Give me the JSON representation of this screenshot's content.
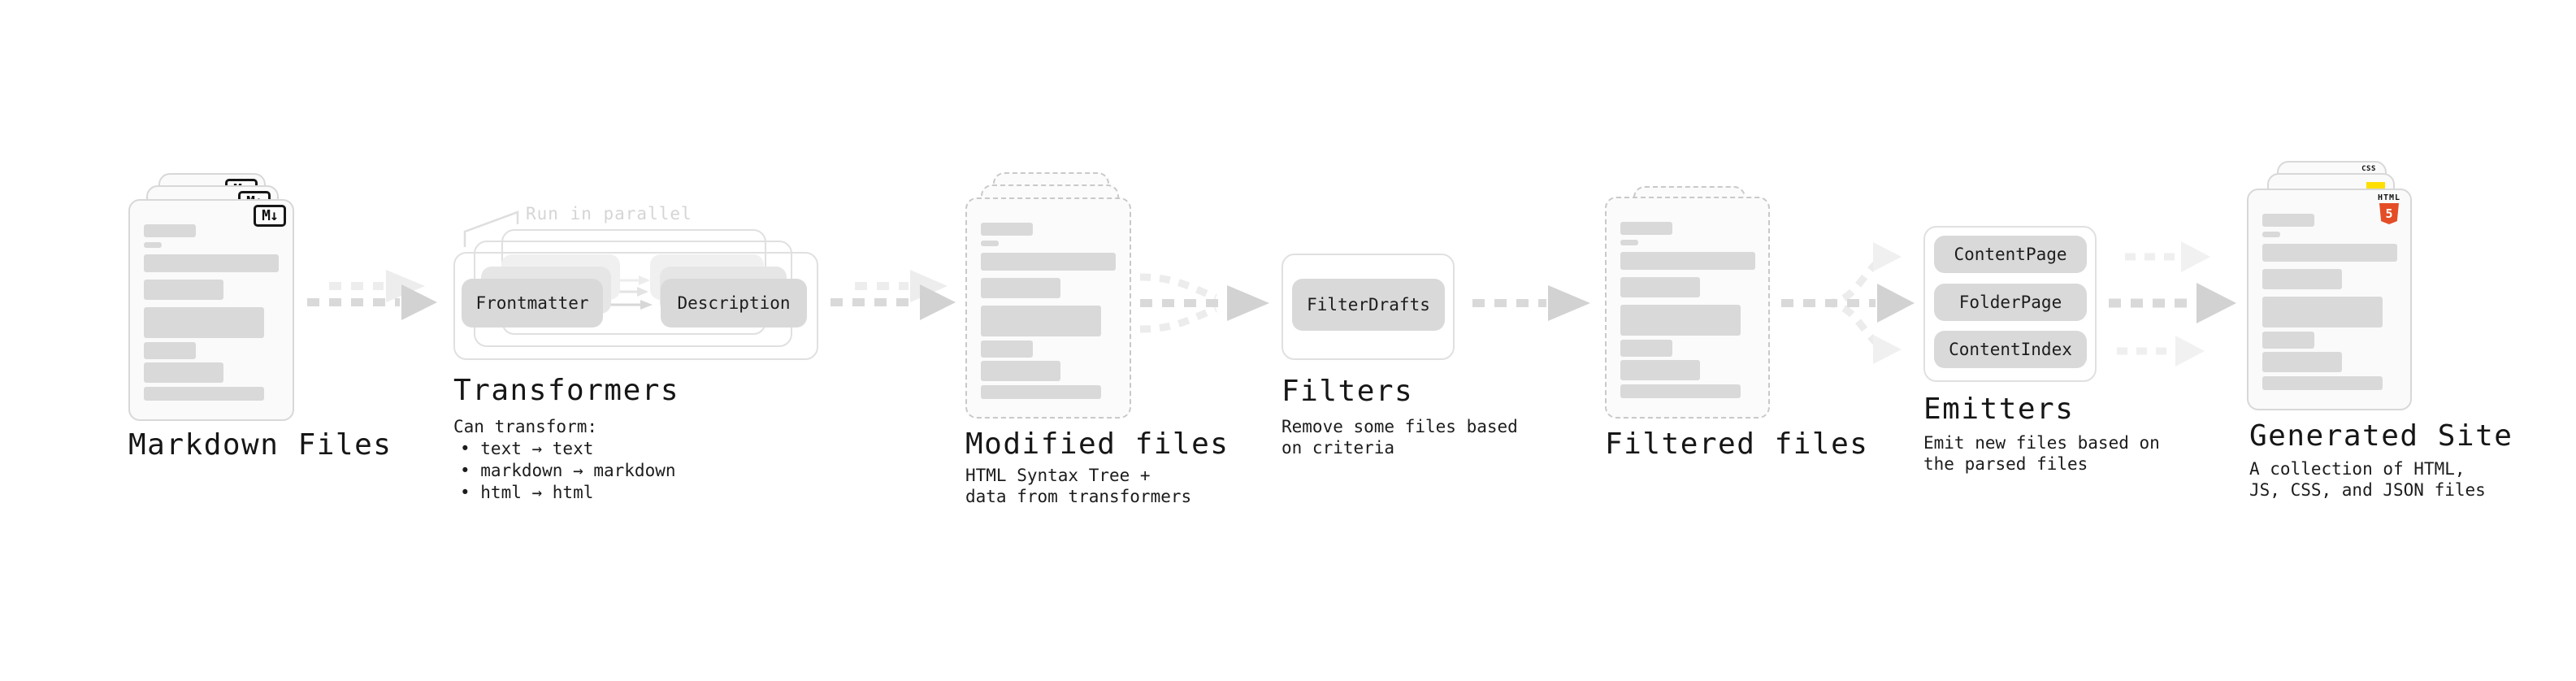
{
  "stages": {
    "markdown": {
      "label": "Markdown Files",
      "badge": "M↓"
    },
    "transformers": {
      "label": "Transformers",
      "annotation": "Run in parallel",
      "pill_left": "Frontmatter",
      "pill_right": "Description",
      "desc": "Can transform:",
      "bullets": [
        "• text → text",
        "• markdown → markdown",
        "• html → html"
      ]
    },
    "modified": {
      "label": "Modified files",
      "sub": [
        "HTML Syntax Tree +",
        "data from transformers"
      ]
    },
    "filters": {
      "label": "Filters",
      "pill": "FilterDrafts",
      "sub": [
        "Remove some files based",
        "on criteria"
      ]
    },
    "filtered": {
      "label": "Filtered files"
    },
    "emitters": {
      "label": "Emitters",
      "pills": [
        "ContentPage",
        "FolderPage",
        "ContentIndex"
      ],
      "sub": [
        "Emit new files based on",
        "the parsed files"
      ]
    },
    "generated": {
      "label": "Generated Site",
      "badge_html_top": "HTML",
      "badge_html_five": "5",
      "badge_css": "CSS",
      "sub": [
        "A collection of HTML,",
        "JS, CSS, and JSON files"
      ]
    }
  },
  "colors": {
    "html5_orange": "#e44d26",
    "js_yellow": "#ffdf00",
    "css_blue": "#2760e6"
  }
}
